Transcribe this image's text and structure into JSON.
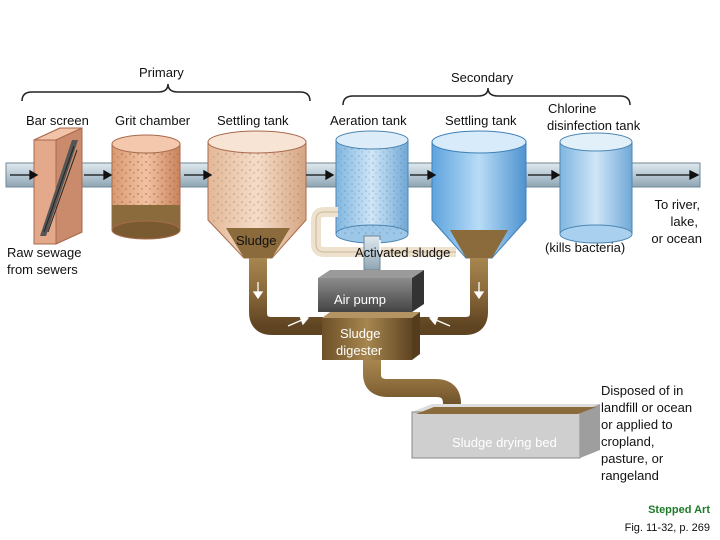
{
  "labels": {
    "primary": "Primary",
    "secondary": "Secondary",
    "bar_screen": "Bar screen",
    "grit_chamber": "Grit chamber",
    "settling_tank_1": "Settling tank",
    "aeration_tank": "Aeration tank",
    "settling_tank_2": "Settling tank",
    "chlorine_line1": "Chlorine",
    "chlorine_line2": "disinfection tank",
    "sludge": "Sludge",
    "raw_line1": "Raw sewage",
    "raw_line2": "from sewers",
    "activated_sludge": "Activated sludge",
    "kills_bacteria": "(kills bacteria)",
    "river_line1": "To river,",
    "river_line2": "lake,",
    "river_line3": "or ocean",
    "air_pump": "Air pump",
    "digester_line1": "Sludge",
    "digester_line2": "digester",
    "drying_bed": "Sludge drying bed",
    "disposed_line1": "Disposed of in",
    "disposed_line2": "landfill or ocean",
    "disposed_line3": "or applied to",
    "disposed_line4": "cropland,",
    "disposed_line5": "pasture, or",
    "disposed_line6": "rangeland"
  },
  "footer": {
    "stepped_art": "Stepped Art",
    "figure_ref": "Fig. 11-32, p. 269"
  },
  "colors": {
    "water_pipe": "#b9cbd6",
    "sludge_pipe": "#8a6a3a",
    "tank_copper": "#e7a77f",
    "tank_blue": "#8ec5ea",
    "sludge_brown": "#8b6a3c"
  }
}
